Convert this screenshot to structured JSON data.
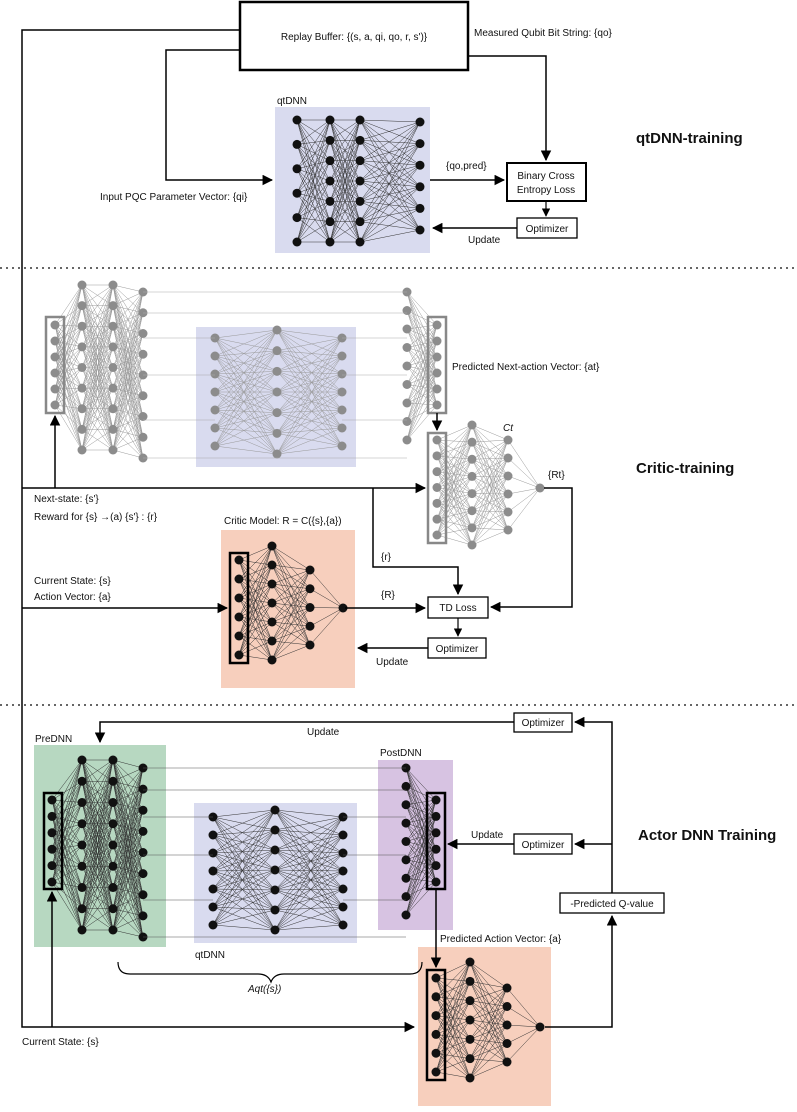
{
  "sections": {
    "qtdnn_training": "qtDNN-training",
    "critic_training": "Critic-training",
    "actor_training": "Actor DNN Training"
  },
  "qtdnn_section": {
    "replay_buffer": "Replay Buffer: {(s, a, qi, qo, r, s')}",
    "measured_qubit": "Measured Qubit Bit String: {qo}",
    "qtdnn_label": "qtDNN",
    "input_pqc": "Input PQC Parameter Vector: {qi}",
    "qo_pred": "{qo,pred}",
    "bce_line1": "Binary Cross",
    "bce_line2": "Entropy Loss",
    "optimizer": "Optimizer",
    "update": "Update"
  },
  "critic_section": {
    "predicted_next_action": "Predicted Next-action Vector: {at}",
    "ct_label": "Ct",
    "rt_label": "{Rt}",
    "next_state": "Next-state: {s'}",
    "reward": "Reward for {s} →(a) {s'} : {r}",
    "critic_model": "Critic Model: R = C({s},{a})",
    "r_label": "{r}",
    "current_state": "Current State: {s}",
    "action_vector": "Action Vector: {a}",
    "R_label": "{R}",
    "td_loss": "TD Loss",
    "optimizer": "Optimizer",
    "update": "Update"
  },
  "actor_section": {
    "optimizer_top": "Optimizer",
    "update_top": "Update",
    "prednn_label": "PreDNN",
    "postdnn_label": "PostDNN",
    "update_mid": "Update",
    "optimizer_mid": "Optimizer",
    "neg_q": "-Predicted Q-value",
    "predicted_action": "Predicted Action Vector: {a}",
    "qtdnn_label": "qtDNN",
    "aqt_label": "Aqt({s})",
    "current_state": "Current State: {s}"
  },
  "colors": {
    "qtdnn_bg": "#d9dbef",
    "critic_bg": "#f7cfbd",
    "prednn_bg": "#b7d8c1",
    "postdnn_bg": "#d7c3e2",
    "node_dark": "#111111",
    "node_gray": "#8c8c8c"
  }
}
